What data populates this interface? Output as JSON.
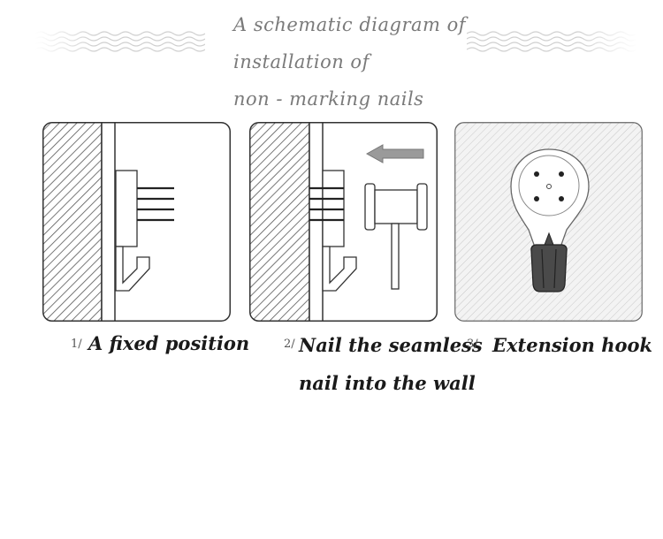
{
  "title": {
    "line1": "A schematic diagram of",
    "line2": "installation of",
    "line3": "non - marking nails"
  },
  "steps": [
    {
      "number": "1/",
      "caption_line1": "A fixed position",
      "caption_line2": ""
    },
    {
      "number": "2/",
      "caption_line1": "Nail the seamless",
      "caption_line2": "nail into the wall"
    },
    {
      "number": "3/",
      "caption_line1": "Extension hook",
      "caption_line2": ""
    }
  ],
  "colors": {
    "outline": "#333333",
    "hatch": "#555555",
    "light_hatch": "#c8c8c8",
    "arrow": "#9a9a9a",
    "hook_dark": "#4a4a4a",
    "title": "#7a7a7a"
  },
  "icons": {
    "panel1": "wall-with-nail-plate-icon",
    "panel2": "hammer-and-arrow-icon",
    "panel3": "round-hook-plate-icon"
  }
}
